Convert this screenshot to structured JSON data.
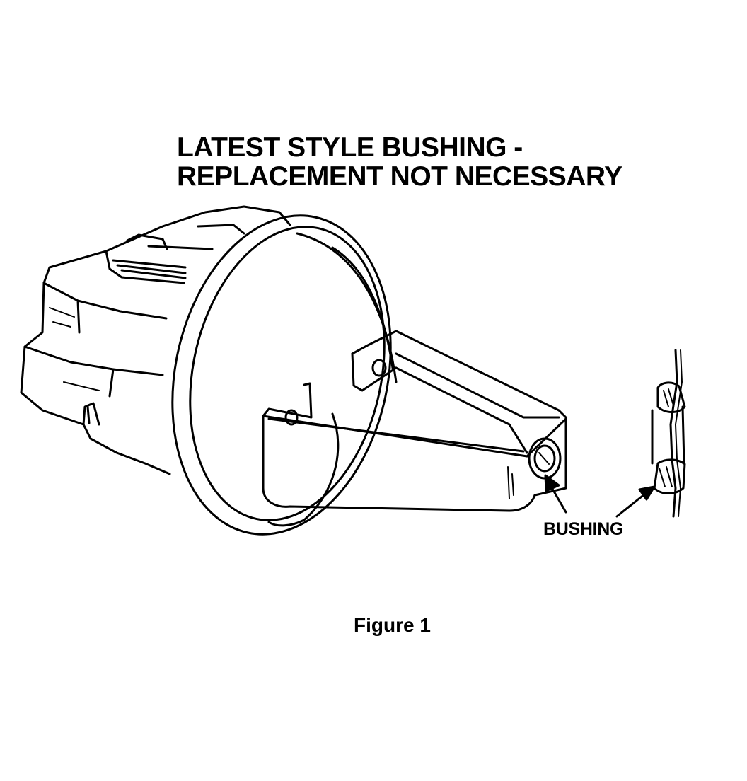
{
  "diagram": {
    "title_lines": [
      "LATEST STYLE BUSHING -",
      "REPLACEMENT NOT NECESSARY"
    ],
    "callout_label": "BUSHING",
    "caption": "Figure 1"
  },
  "colors": {
    "ink": "#000000",
    "paper": "#ffffff"
  }
}
